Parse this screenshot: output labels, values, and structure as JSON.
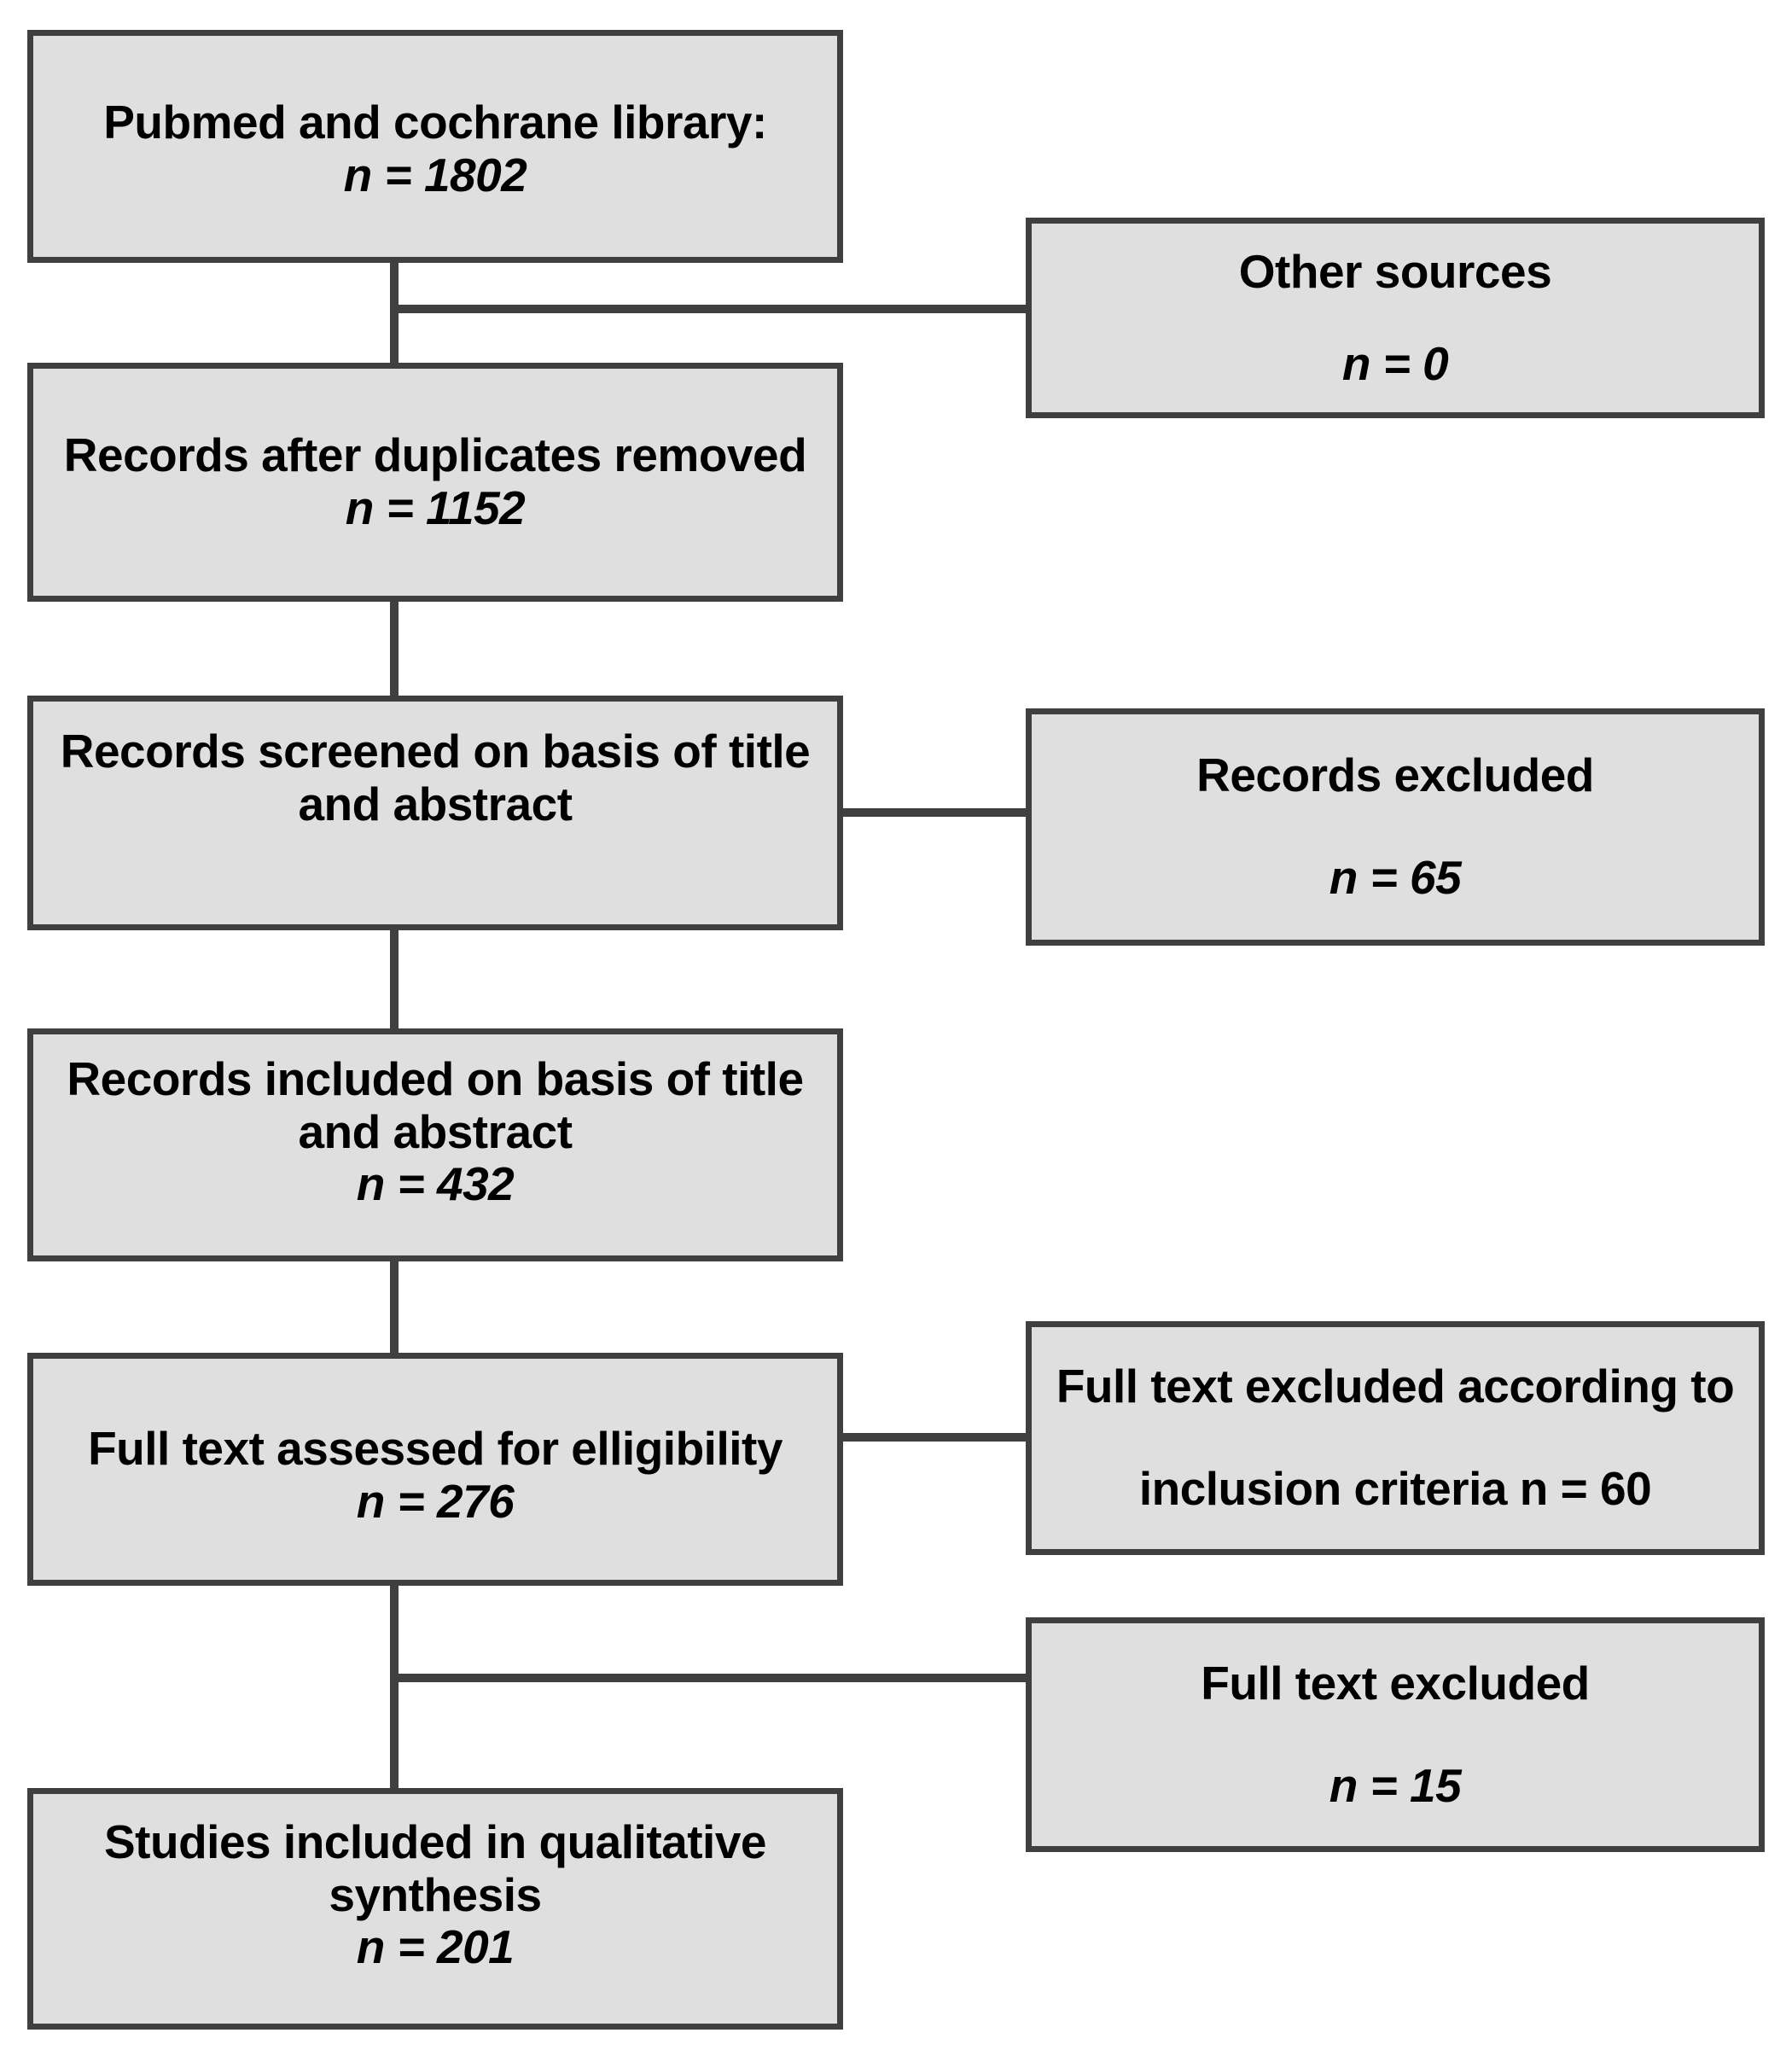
{
  "diagram": {
    "type": "prisma-flow-diagram",
    "title": "",
    "colors": {
      "box_fill": "#dfdfdf",
      "box_border": "#3f3f3f",
      "connector": "#3f3f3f",
      "text": "#000000",
      "background": "#ffffff"
    }
  },
  "nodes": {
    "sources": {
      "label": "Pubmed and cochrane library:",
      "count": "n = 1802"
    },
    "duplicates": {
      "label": "Records after duplicates removed",
      "count": "n = 1152"
    },
    "screened": {
      "label_line1": "Records screened on basis of title",
      "label_line2": "and abstract",
      "count": ""
    },
    "included": {
      "label_line1": "Records included on basis of title",
      "label_line2": "and abstract",
      "count": "n = 432"
    },
    "fulltext": {
      "label": "Full text assessed for elligibility",
      "count": "n = 276"
    },
    "synthesis": {
      "label_line1": "Studies included in qualitative",
      "label_line2": "synthesis",
      "count": "n = 201"
    },
    "other_sources": {
      "label": "Other sources",
      "count": "n = 0"
    },
    "records_excluded": {
      "label": "Records excluded",
      "count": "n = 65"
    },
    "fulltext_excluded_criteria": {
      "label_line1": "Full text excluded according to",
      "label_line2": "inclusion criteria   n = 60"
    },
    "fulltext_excluded": {
      "label": "Full text excluded",
      "count": "n = 15"
    }
  },
  "chart_data": {
    "type": "diagram",
    "title": "PRISMA study selection flow diagram",
    "stages": [
      {
        "id": "sources",
        "label": "Pubmed and cochrane library:",
        "n": 1802
      },
      {
        "id": "other_sources",
        "label": "Other sources",
        "n": 0
      },
      {
        "id": "duplicates",
        "label": "Records after duplicates removed",
        "n": 1152
      },
      {
        "id": "screened",
        "label": "Records screened on basis of title and abstract",
        "n": null
      },
      {
        "id": "records_excluded",
        "label": "Records excluded",
        "n": 65
      },
      {
        "id": "included",
        "label": "Records included on basis of title and abstract",
        "n": 432
      },
      {
        "id": "fulltext",
        "label": "Full text assessed for elligibility",
        "n": 276
      },
      {
        "id": "fulltext_excluded_criteria",
        "label": "Full text excluded according to inclusion criteria",
        "n": 60
      },
      {
        "id": "fulltext_excluded",
        "label": "Full text excluded",
        "n": 15
      },
      {
        "id": "synthesis",
        "label": "Studies included in qualitative synthesis",
        "n": 201
      }
    ],
    "edges": [
      {
        "from": "sources",
        "to": "duplicates"
      },
      {
        "from": "other_sources",
        "to": "duplicates"
      },
      {
        "from": "duplicates",
        "to": "screened"
      },
      {
        "from": "screened",
        "to": "records_excluded"
      },
      {
        "from": "screened",
        "to": "included"
      },
      {
        "from": "included",
        "to": "fulltext"
      },
      {
        "from": "fulltext",
        "to": "fulltext_excluded_criteria"
      },
      {
        "from": "fulltext",
        "to": "fulltext_excluded"
      },
      {
        "from": "fulltext",
        "to": "synthesis"
      }
    ]
  }
}
